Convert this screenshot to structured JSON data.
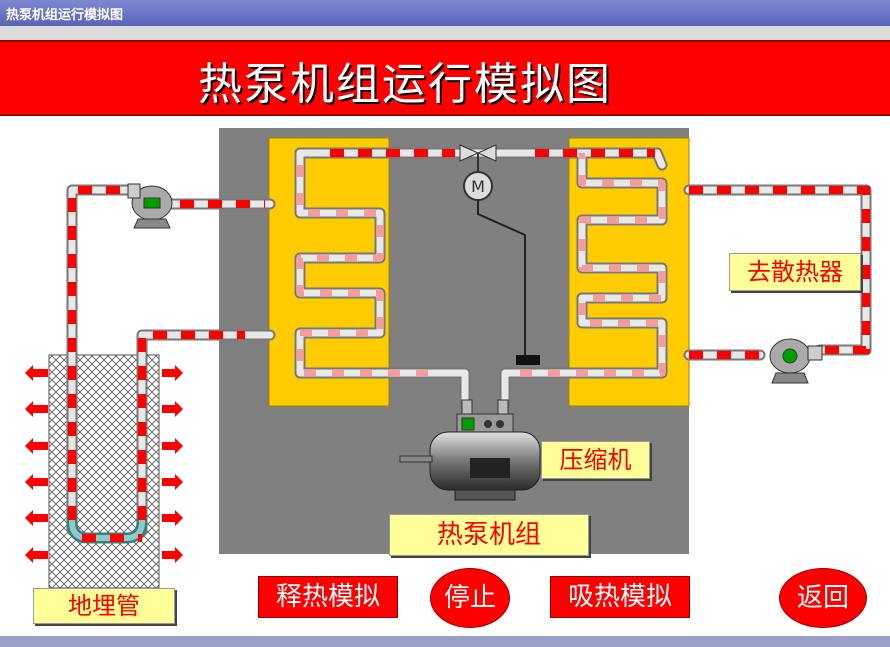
{
  "window": {
    "title": "热泵机组运行模拟图"
  },
  "banner": {
    "title": "热泵机组运行模拟图"
  },
  "labels": {
    "radiator": "去散热器",
    "compressor": "压缩机",
    "heat_pump_unit": "热泵机组",
    "ground_pipe": "地埋管"
  },
  "buttons": {
    "release_heat": "释热模拟",
    "stop": "停止",
    "absorb_heat": "吸热模拟",
    "back": "返回"
  },
  "colors": {
    "banner": "#ff0000",
    "panel": "#808080",
    "coil_box": "#ffcc00",
    "label_bg": "#ffff99",
    "flow": "#ff0000"
  }
}
